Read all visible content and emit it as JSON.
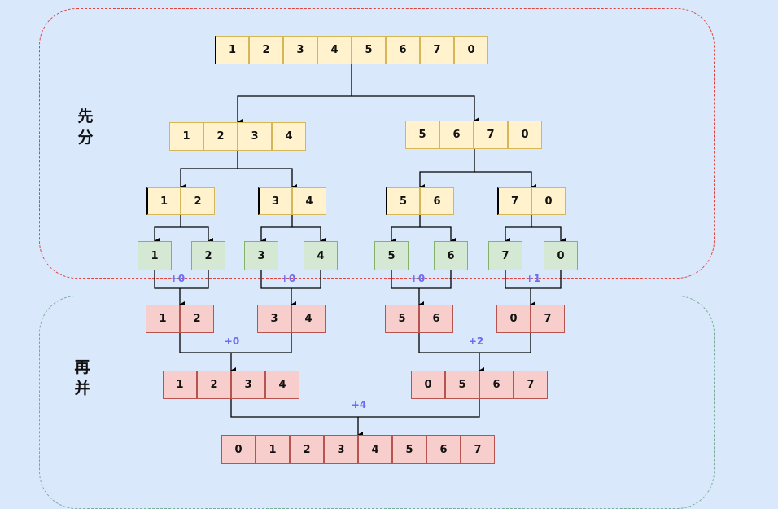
{
  "labels": {
    "split": "先\n分",
    "merge": "再\n并"
  },
  "split": {
    "root": [
      "1",
      "2",
      "3",
      "4",
      "5",
      "6",
      "7",
      "0"
    ],
    "level1": [
      [
        "1",
        "2",
        "3",
        "4"
      ],
      [
        "5",
        "6",
        "7",
        "0"
      ]
    ],
    "level2": [
      [
        "1",
        "2"
      ],
      [
        "3",
        "4"
      ],
      [
        "5",
        "6"
      ],
      [
        "7",
        "0"
      ]
    ],
    "leaves": [
      "1",
      "2",
      "3",
      "4",
      "5",
      "6",
      "7",
      "0"
    ]
  },
  "merge": {
    "pairs": [
      [
        "1",
        "2"
      ],
      [
        "3",
        "4"
      ],
      [
        "5",
        "6"
      ],
      [
        "0",
        "7"
      ]
    ],
    "pair_offsets": [
      "+0",
      "+0",
      "+0",
      "+1"
    ],
    "quads": [
      [
        "1",
        "2",
        "3",
        "4"
      ],
      [
        "0",
        "5",
        "6",
        "7"
      ]
    ],
    "quad_offsets": [
      "+0",
      "+2"
    ],
    "final": [
      "0",
      "1",
      "2",
      "3",
      "4",
      "5",
      "6",
      "7"
    ],
    "final_offset": "+4"
  }
}
